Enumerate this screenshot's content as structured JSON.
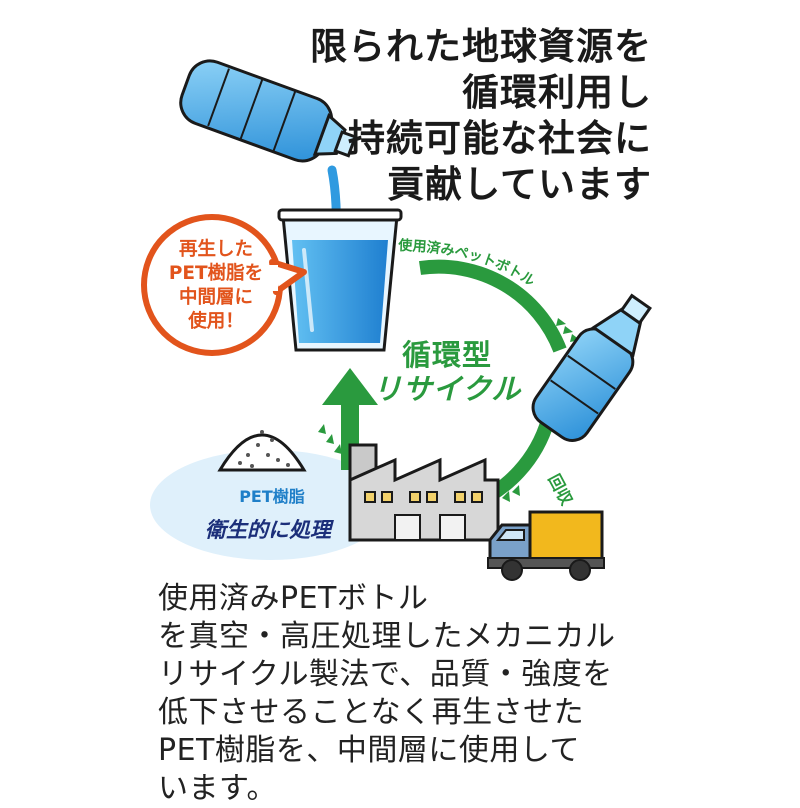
{
  "headline": [
    "限られた地球資源を",
    "循環利用し",
    "持続可能な社会に",
    "貢献しています"
  ],
  "bubble": [
    "再生した",
    "PET樹脂を",
    "中間層に",
    "使用！"
  ],
  "cycle": {
    "title_line1": "循環型",
    "title_line2": "リサイクル",
    "arc_label": "使用済みペットボトル",
    "collect_label": "回収"
  },
  "pet_resin_label": "PET樹脂",
  "treatment_label": "衛生的に処理",
  "description": [
    "使用済みPETボトル",
    "を真空・高圧処理したメカニカル",
    "リサイクル製法で、品質・強度を",
    "低下させることなく再生させた",
    "PET樹脂を、中間層に使用して",
    "います。"
  ],
  "colors": {
    "arrow_green": "#2a9a3e",
    "bubble_orange": "#e2541c",
    "water_blue": "#2f9ae0",
    "navy": "#1c2f7a",
    "truck_yellow": "#f2b81d",
    "factory_gray": "#c9c9c9"
  },
  "icons": [
    "bottle-pouring-icon",
    "cup-icon",
    "bottle-icon",
    "factory-icon",
    "truck-icon",
    "resin-pile-icon"
  ]
}
